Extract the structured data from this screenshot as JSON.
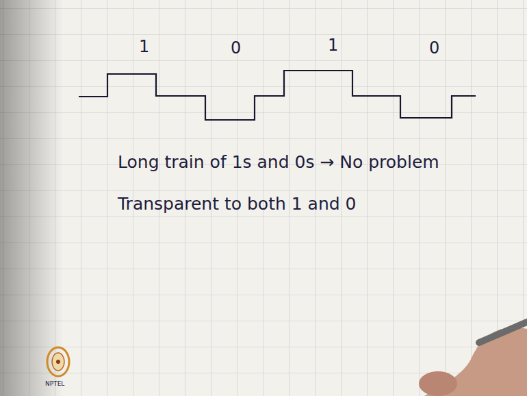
{
  "diagram": {
    "labels": [
      "1",
      "0",
      "1",
      "0",
      "Long train of 1s and 0s → No problem",
      "Transparent to both 1 and 0",
      "NPTEL"
    ]
  }
}
